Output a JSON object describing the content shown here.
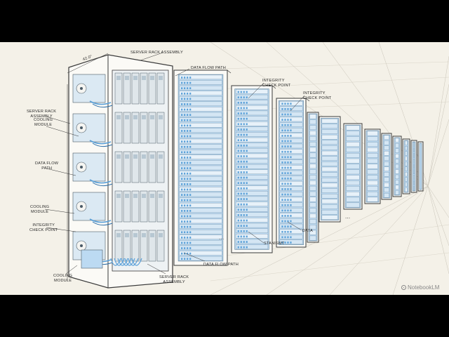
{
  "labels": {
    "server_rack_assembly_top": "SERVER RACK ASSEMBLY",
    "dimension_mark": "42.0\"",
    "data_flow_path_top": "DATA FLOW PATH",
    "integrity_check_point_1": "INTEGRITY\nCHECK POINT",
    "integrity_check_point_2": "INTEGRITY\nCHECK POINT",
    "server_rack_assembly_left": "SERVER RACK\nASSEMBLY",
    "cooling_module_1": "COOLING\nMODULE",
    "data_flow_path_left": "DATA FLOW\nPATH",
    "cooling_module_2": "COOLING\nMODULE",
    "integrity_check_point_left": "INTEGRITY\nCHECK POINT",
    "cooling_module_bottom": "COOLING\nMODULE",
    "server_rack_assembly_bottom": "SERVER RACK\nASSEMBLY",
    "data_flow_path_bottom": "DATA FLOW PATH",
    "stanism": "STANISMT",
    "data": "DATA",
    "ellipsis_1": "...",
    "ellipsis_2": "..."
  },
  "brand": {
    "text": "NotebookLM"
  },
  "colors": {
    "paper": "#f4f1e8",
    "ink": "#3a3a3a",
    "accent_blue": "#5aa0d8",
    "light_blue": "#bcdaf2"
  }
}
